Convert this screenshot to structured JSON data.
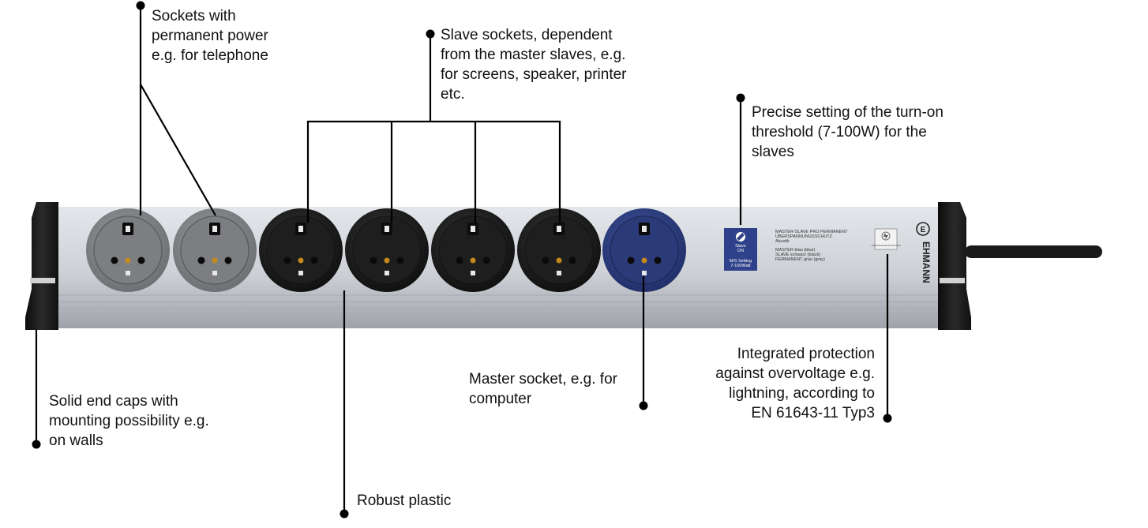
{
  "callouts": {
    "permanent": "Sockets with\npermanent power\ne.g. for telephone",
    "slave": "Slave sockets, dependent\nfrom the master slaves, e.g.\nfor screens, speaker, printer\netc.",
    "threshold": "Precise setting of the turn-on\nthreshold (7-100W) for the\nslaves",
    "protection": "Integrated protection\nagainst overvoltage e.g.\nlightning, according to\nEN 61643-11 Typ3",
    "master": "Master socket, e.g. for\ncomputer",
    "endcaps": "Solid end caps with\nmounting possibility e.g.\non walls",
    "plastic": "Robust plastic"
  },
  "device": {
    "brand": "EHMANN",
    "brand_logo_letter": "E",
    "dial": {
      "line1": "Slave",
      "line2": "ON",
      "line3": "M/S Setting",
      "line4": "7-100Watt"
    },
    "label_block": {
      "line1": "MASTER-SLAVE PRO PERMANENT",
      "line2": "ÜBERSPANNUNGSSCHUTZ",
      "line3": "Akustik",
      "line4": "MASTER blau (blue)",
      "line5": "SLAVE schwarz (black)",
      "line6": "PERMANENT grau (gray)"
    },
    "protection_badge": "OVERVOLTAGE PROTECTION"
  },
  "colors": {
    "body": "#cfd3d8",
    "end_cap": "#1c1c1c",
    "socket_permanent": "#808285",
    "socket_slave": "#222222",
    "socket_master": "#2d3d7e",
    "dial_panel": "#2f418a",
    "leader_line": "#000000"
  }
}
